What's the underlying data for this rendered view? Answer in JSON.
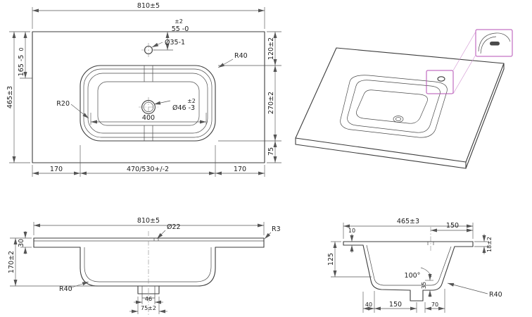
{
  "drawing": {
    "subject": "vanity washbasin technical drawing",
    "line_color": "#3c3c3c",
    "dim_color": "#555555",
    "callout_color": "#b44fb4",
    "background": "#ffffff"
  },
  "plan_view": {
    "overall_width": "810±5",
    "faucet_offset_tol": "±2",
    "faucet_offset": "55 -0",
    "faucet_hole_dia": "Ø35-1",
    "deck_corner_radius": "R40",
    "bowl_corner_radius": "R20",
    "drain_dia_tol": "±2",
    "drain_dia": "Ø46 -3",
    "bowl_bottom_width": "400",
    "overall_depth": "465±3",
    "back_offset_tol": "0",
    "back_offset": "165 -5",
    "back_to_bowl": "120±2",
    "bowl_depth": "270±2",
    "bowl_to_front": "75",
    "side_margin_left": "170",
    "bowl_width": "470/530+/-2",
    "side_margin_right": "170"
  },
  "front_view": {
    "overall_width": "810±5",
    "hole_dia": "Ø22",
    "edge_radius": "R3",
    "deck_thickness": "30",
    "overall_height": "170±2",
    "bowl_radius": "R40",
    "drain_inner_width": "46",
    "drain_outer_width": "75±2"
  },
  "side_view": {
    "overall_depth": "465±3",
    "back_edge_height": "10",
    "faucet_from_front": "150",
    "front_edge_height": "18±2",
    "bowl_inner_depth": "125",
    "wall_angle": "100°",
    "drain_height": "35",
    "bottom_back_offset": "40",
    "bottom_drain_offset": "150",
    "bottom_front_offset": "70",
    "bowl_radius": "R40"
  }
}
